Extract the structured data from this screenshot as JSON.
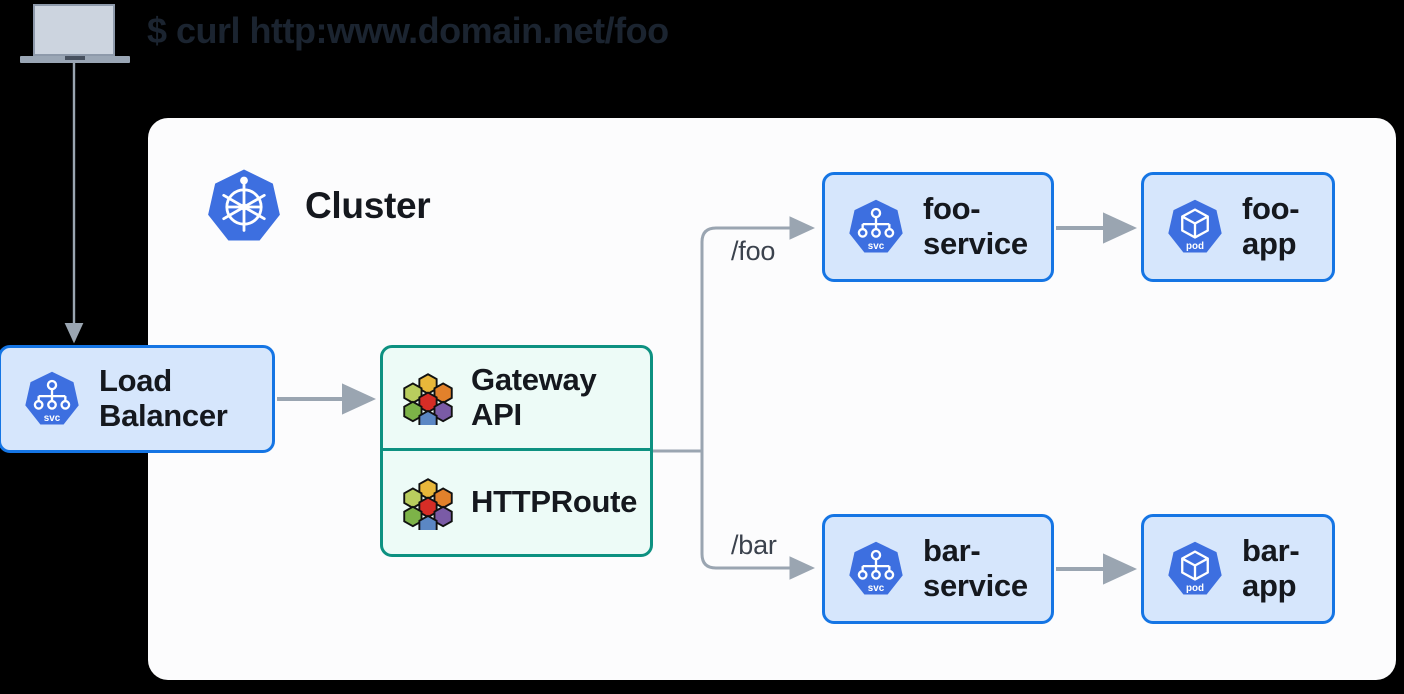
{
  "header": {
    "command": "$ curl http:www.domain.net/foo",
    "device_icon": "laptop-icon"
  },
  "cluster": {
    "label": "Cluster",
    "icon": "kubernetes-helm-icon"
  },
  "nodes": {
    "load_balancer": {
      "label": "Load\nBalancer",
      "icon": "kubernetes-svc-icon",
      "icon_text": "svc"
    },
    "gateway_api": {
      "label": "Gateway\nAPI",
      "icon": "kubernetes-crd-hexagons-icon"
    },
    "http_route": {
      "label": "HTTPRoute",
      "icon": "kubernetes-crd-hexagons-icon"
    },
    "foo_service": {
      "label": "foo-\nservice",
      "icon": "kubernetes-svc-icon",
      "icon_text": "svc"
    },
    "foo_app": {
      "label": "foo-\napp",
      "icon": "kubernetes-pod-icon",
      "icon_text": "pod"
    },
    "bar_service": {
      "label": "bar-\nservice",
      "icon": "kubernetes-svc-icon",
      "icon_text": "svc"
    },
    "bar_app": {
      "label": "bar-\napp",
      "icon": "kubernetes-pod-icon",
      "icon_text": "pod"
    }
  },
  "routes": {
    "foo_path": "/foo",
    "bar_path": "/bar"
  },
  "colors": {
    "background": "#000000",
    "panel": "#fcfcfd",
    "node_fill": "#d6e6fc",
    "node_border": "#1575e4",
    "gateway_fill": "#edfbf7",
    "gateway_border": "#0d9181",
    "k8s_blue": "#3d6fe0",
    "connector": "#9aa5b1",
    "text": "#15181e",
    "title_text": "#1b2430"
  }
}
